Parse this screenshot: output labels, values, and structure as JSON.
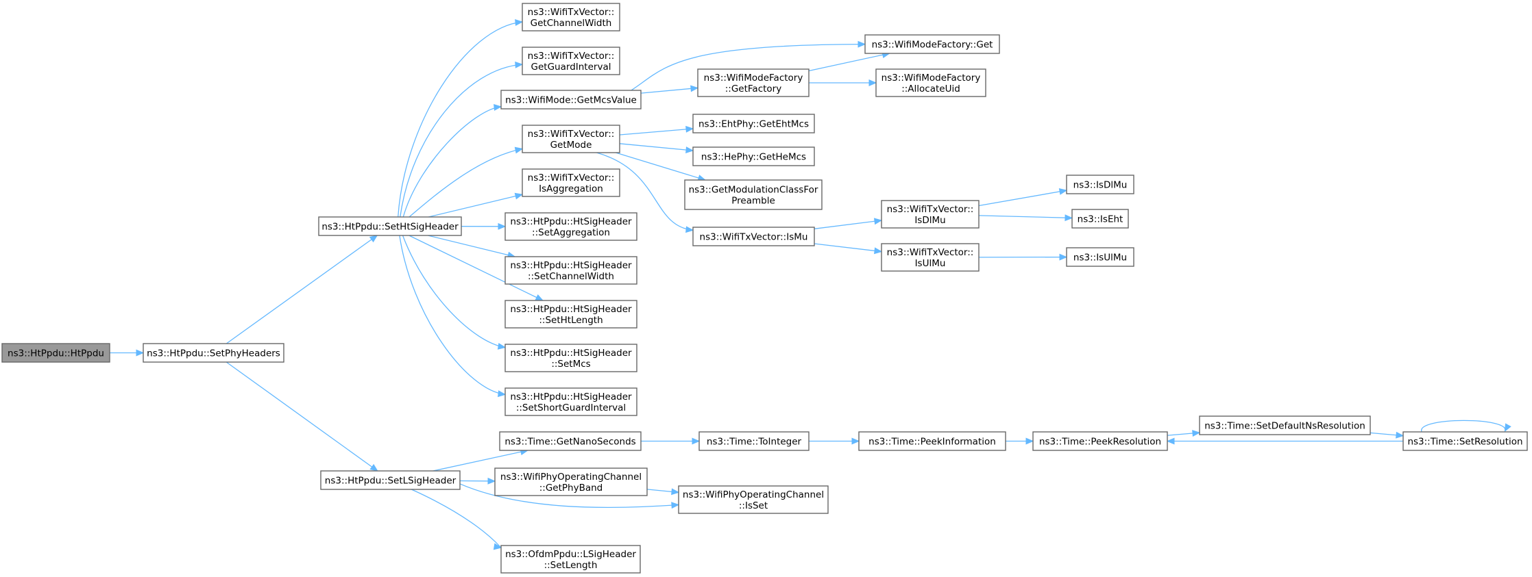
{
  "graph": {
    "colors": {
      "edge": "#63b8ff",
      "root_fill": "#999999",
      "node_border": "#666666",
      "node_fill": "#ffffff"
    },
    "nodes": [
      {
        "id": "htppdu_ctor",
        "label": [
          "ns3::HtPpdu::HtPpdu"
        ],
        "root": true
      },
      {
        "id": "set_phy_headers",
        "label": [
          "ns3::HtPpdu::SetPhyHeaders"
        ]
      },
      {
        "id": "set_ht_sig_header",
        "label": [
          "ns3::HtPpdu::SetHtSigHeader"
        ]
      },
      {
        "id": "set_lsig_header",
        "label": [
          "ns3::HtPpdu::SetLSigHeader"
        ]
      },
      {
        "id": "get_channel_width",
        "label": [
          "ns3::WifiTxVector::",
          "GetChannelWidth"
        ]
      },
      {
        "id": "get_guard_interval",
        "label": [
          "ns3::WifiTxVector::",
          "GetGuardInterval"
        ]
      },
      {
        "id": "get_mcs_value",
        "label": [
          "ns3::WifiMode::GetMcsValue"
        ]
      },
      {
        "id": "get_mode",
        "label": [
          "ns3::WifiTxVector::",
          "GetMode"
        ]
      },
      {
        "id": "is_aggregation",
        "label": [
          "ns3::WifiTxVector::",
          "IsAggregation"
        ]
      },
      {
        "id": "hs_set_aggregation",
        "label": [
          "ns3::HtPpdu::HtSigHeader",
          "::SetAggregation"
        ]
      },
      {
        "id": "hs_set_channel_width",
        "label": [
          "ns3::HtPpdu::HtSigHeader",
          "::SetChannelWidth"
        ]
      },
      {
        "id": "hs_set_ht_length",
        "label": [
          "ns3::HtPpdu::HtSigHeader",
          "::SetHtLength"
        ]
      },
      {
        "id": "hs_set_mcs",
        "label": [
          "ns3::HtPpdu::HtSigHeader",
          "::SetMcs"
        ]
      },
      {
        "id": "hs_set_sgi",
        "label": [
          "ns3::HtPpdu::HtSigHeader",
          "::SetShortGuardInterval"
        ]
      },
      {
        "id": "wmf_get",
        "label": [
          "ns3::WifiModeFactory::Get"
        ]
      },
      {
        "id": "wmf_get_factory",
        "label": [
          "ns3::WifiModeFactory",
          "::GetFactory"
        ]
      },
      {
        "id": "wmf_allocate_uid",
        "label": [
          "ns3::WifiModeFactory",
          "::AllocateUid"
        ]
      },
      {
        "id": "eht_get_eht_mcs",
        "label": [
          "ns3::EhtPhy::GetEhtMcs"
        ]
      },
      {
        "id": "he_get_he_mcs",
        "label": [
          "ns3::HePhy::GetHeMcs"
        ]
      },
      {
        "id": "get_mod_class",
        "label": [
          "ns3::GetModulationClassFor",
          "Preamble"
        ]
      },
      {
        "id": "tx_is_mu",
        "label": [
          "ns3::WifiTxVector::IsMu"
        ]
      },
      {
        "id": "tx_is_dl_mu",
        "label": [
          "ns3::WifiTxVector::",
          "IsDlMu"
        ]
      },
      {
        "id": "tx_is_ul_mu",
        "label": [
          "ns3::WifiTxVector::",
          "IsUlMu"
        ]
      },
      {
        "id": "is_dl_mu",
        "label": [
          "ns3::IsDlMu"
        ]
      },
      {
        "id": "is_eht",
        "label": [
          "ns3::IsEht"
        ]
      },
      {
        "id": "is_ul_mu",
        "label": [
          "ns3::IsUlMu"
        ]
      },
      {
        "id": "time_get_nano",
        "label": [
          "ns3::Time::GetNanoSeconds"
        ]
      },
      {
        "id": "time_to_integer",
        "label": [
          "ns3::Time::ToInteger"
        ]
      },
      {
        "id": "time_peek_info",
        "label": [
          "ns3::Time::PeekInformation"
        ]
      },
      {
        "id": "time_peek_res",
        "label": [
          "ns3::Time::PeekResolution"
        ]
      },
      {
        "id": "time_set_default_ns",
        "label": [
          "ns3::Time::SetDefaultNsResolution"
        ]
      },
      {
        "id": "time_set_res",
        "label": [
          "ns3::Time::SetResolution"
        ]
      },
      {
        "id": "opc_get_phy_band",
        "label": [
          "ns3::WifiPhyOperatingChannel",
          "::GetPhyBand"
        ]
      },
      {
        "id": "opc_is_set",
        "label": [
          "ns3::WifiPhyOperatingChannel",
          "::IsSet"
        ]
      },
      {
        "id": "lsig_set_length",
        "label": [
          "ns3::OfdmPpdu::LSigHeader",
          "::SetLength"
        ]
      }
    ],
    "edges": [
      [
        "htppdu_ctor",
        "set_phy_headers"
      ],
      [
        "set_phy_headers",
        "set_ht_sig_header"
      ],
      [
        "set_phy_headers",
        "set_lsig_header"
      ],
      [
        "set_ht_sig_header",
        "get_channel_width"
      ],
      [
        "set_ht_sig_header",
        "get_guard_interval"
      ],
      [
        "set_ht_sig_header",
        "get_mcs_value"
      ],
      [
        "set_ht_sig_header",
        "get_mode"
      ],
      [
        "set_ht_sig_header",
        "is_aggregation"
      ],
      [
        "set_ht_sig_header",
        "hs_set_aggregation"
      ],
      [
        "set_ht_sig_header",
        "hs_set_channel_width"
      ],
      [
        "set_ht_sig_header",
        "hs_set_ht_length"
      ],
      [
        "set_ht_sig_header",
        "hs_set_mcs"
      ],
      [
        "set_ht_sig_header",
        "hs_set_sgi"
      ],
      [
        "get_mcs_value",
        "wmf_get"
      ],
      [
        "get_mcs_value",
        "wmf_get_factory"
      ],
      [
        "wmf_get_factory",
        "wmf_get"
      ],
      [
        "wmf_get_factory",
        "wmf_allocate_uid"
      ],
      [
        "get_mode",
        "eht_get_eht_mcs"
      ],
      [
        "get_mode",
        "he_get_he_mcs"
      ],
      [
        "get_mode",
        "get_mod_class"
      ],
      [
        "get_mode",
        "tx_is_mu"
      ],
      [
        "tx_is_mu",
        "tx_is_dl_mu"
      ],
      [
        "tx_is_mu",
        "tx_is_ul_mu"
      ],
      [
        "tx_is_dl_mu",
        "is_dl_mu"
      ],
      [
        "tx_is_dl_mu",
        "is_eht"
      ],
      [
        "tx_is_ul_mu",
        "is_ul_mu"
      ],
      [
        "set_lsig_header",
        "time_get_nano"
      ],
      [
        "set_lsig_header",
        "opc_get_phy_band"
      ],
      [
        "set_lsig_header",
        "opc_is_set"
      ],
      [
        "set_lsig_header",
        "lsig_set_length"
      ],
      [
        "opc_get_phy_band",
        "opc_is_set"
      ],
      [
        "time_get_nano",
        "time_to_integer"
      ],
      [
        "time_to_integer",
        "time_peek_info"
      ],
      [
        "time_peek_info",
        "time_peek_res"
      ],
      [
        "time_peek_res",
        "time_set_default_ns"
      ],
      [
        "time_set_default_ns",
        "time_set_res"
      ],
      [
        "time_set_res",
        "time_peek_res"
      ],
      [
        "time_set_res",
        "time_set_res"
      ]
    ]
  }
}
